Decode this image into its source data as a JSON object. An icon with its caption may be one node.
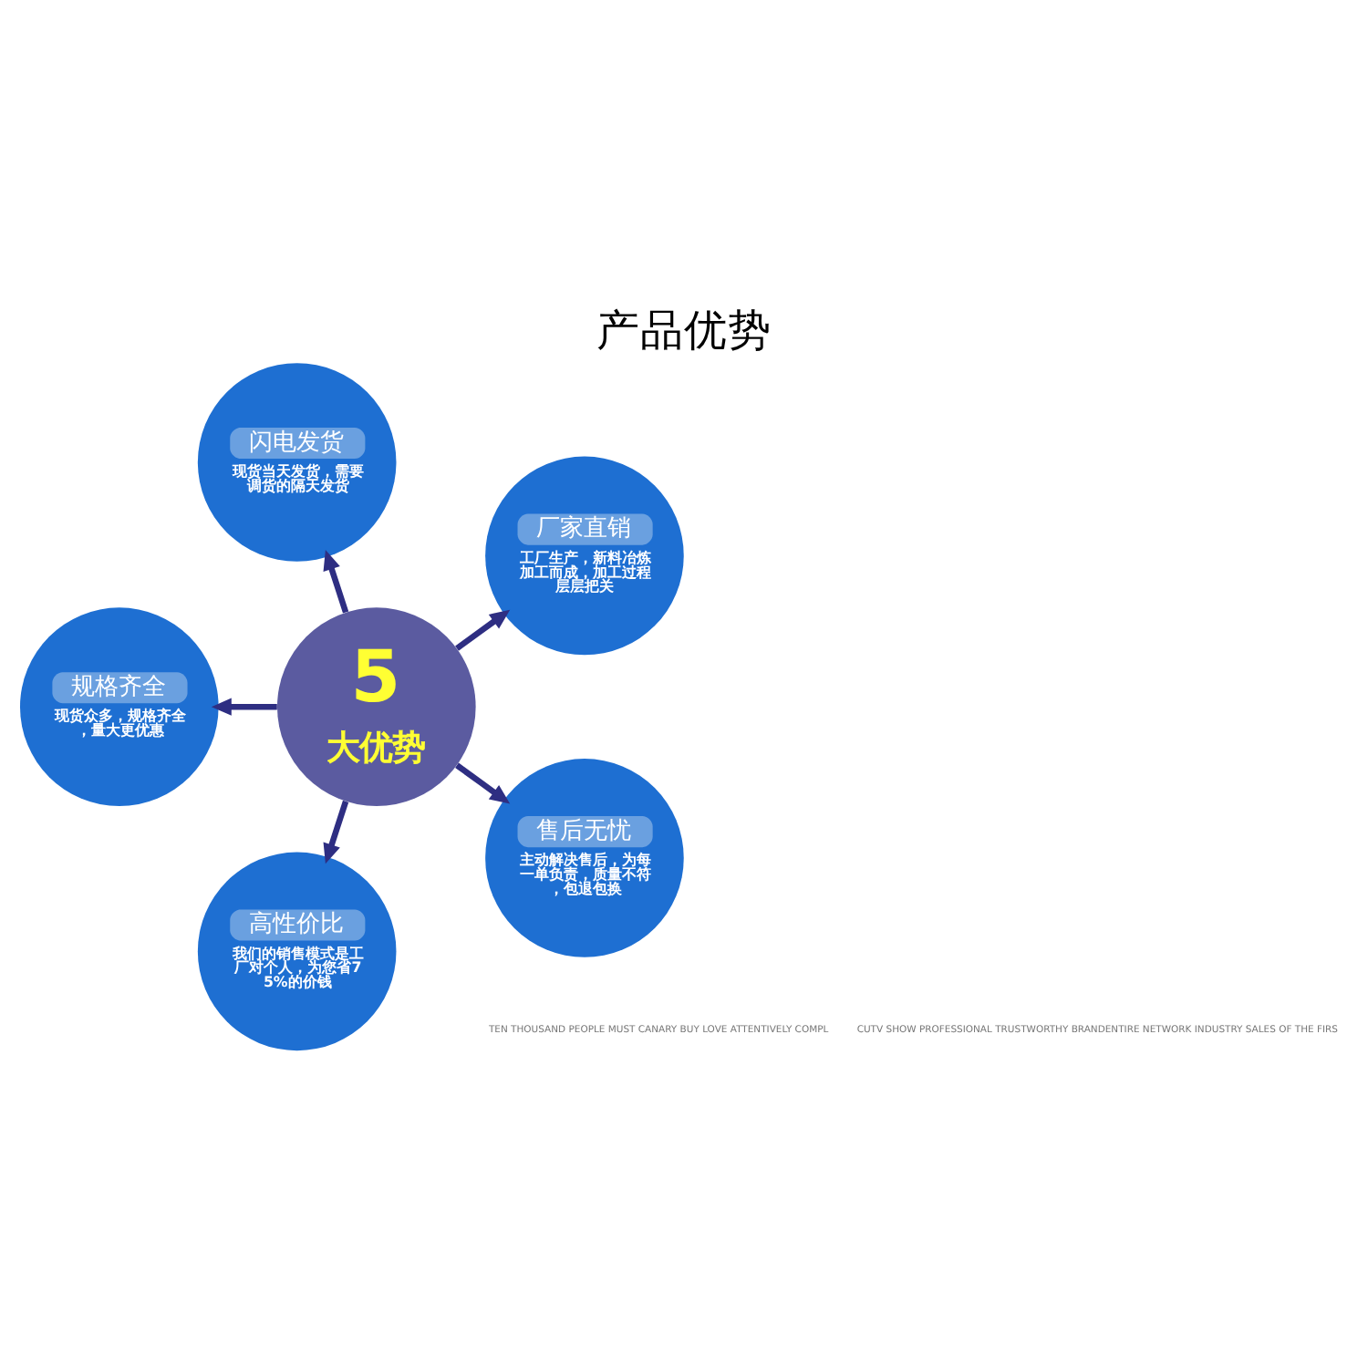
{
  "diagram": {
    "title": "产品优势",
    "nodes": [
      {
        "text": [
          "5",
          "大优势"
        ]
      },
      {
        "text": [
          "厂家直销",
          "工厂生产，新料冶炼加工而成，加工过程层层把关"
        ]
      },
      {
        "text": [
          "闪电发货",
          "现货当天发货，需要调货的隔天发货"
        ]
      },
      {
        "text": [
          "规格齐全",
          "现货众多，规格齐全，量大更优惠"
        ]
      },
      {
        "text": [
          "高性价比",
          "我们的销售模式是工厂对个人，为您省75%的价钱"
        ]
      },
      {
        "text": [
          "售后无忧",
          "主动解决售后，为每一单负责，质量不符，包退包换"
        ]
      }
    ],
    "edges": [
      {
        "from": 0,
        "to": 1,
        "arrow": "to"
      },
      {
        "from": 0,
        "to": 2,
        "arrow": "to"
      },
      {
        "from": 0,
        "to": 3,
        "arrow": "to"
      },
      {
        "from": 0,
        "to": 4,
        "arrow": "to"
      },
      {
        "from": 0,
        "to": 5,
        "arrow": "to"
      }
    ],
    "labels": [
      "CUTV SHOW PROFESSIONAL TRUSTWORTHY BRANDENTIRE NETWORK INDUSTRY SALES OF THE FIRS",
      "TEN THOUSAND PEOPLE MUST CANARY BUY LOVE ATTENTIVELY COMPL"
    ]
  }
}
